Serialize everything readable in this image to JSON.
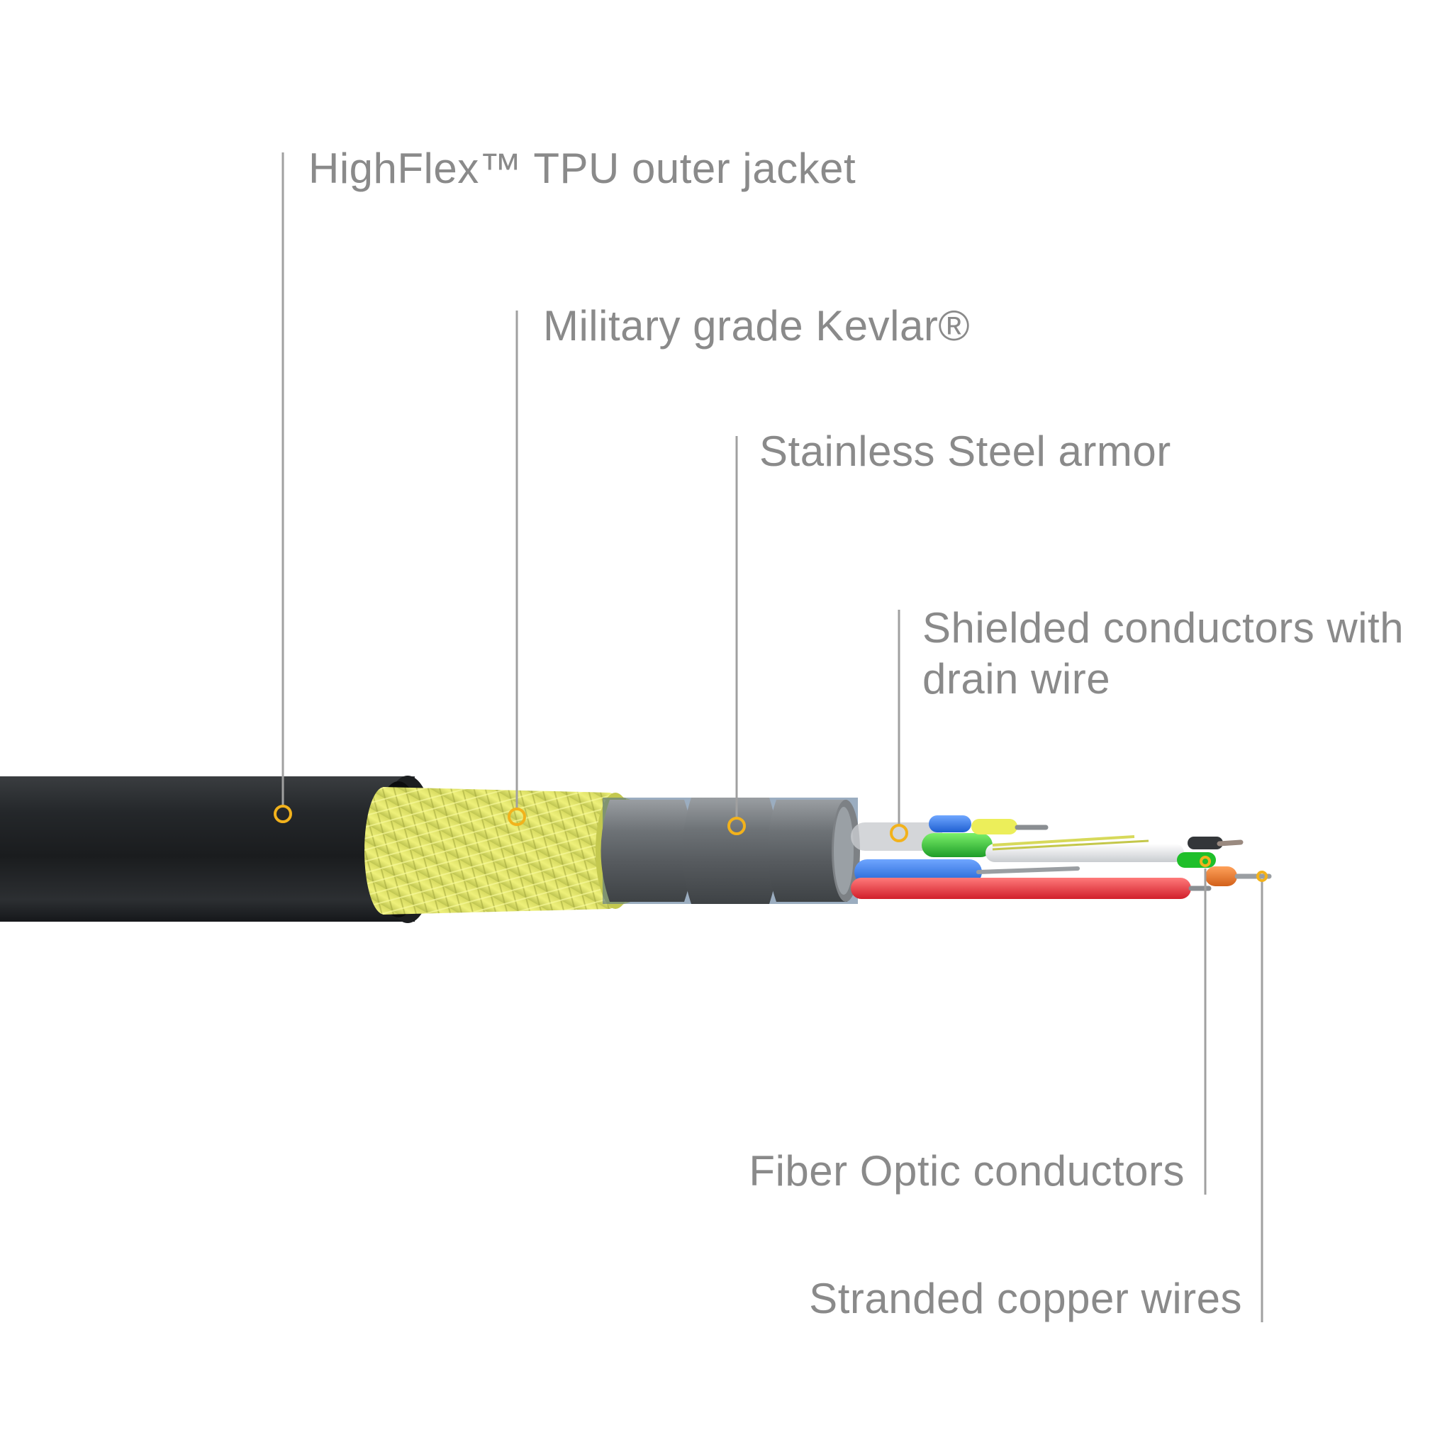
{
  "diagram": {
    "subject": "Armored hybrid fiber/copper cable cross-section",
    "accent_color": "#f2b21c",
    "leader_color": "#a0a0a0",
    "label_color": "#8a8a8a",
    "labels": {
      "jacket": "HighFlex™ TPU outer jacket",
      "kevlar": "Military grade Kevlar®",
      "armor": "Stainless Steel armor",
      "shielded_line1": "Shielded conductors with",
      "shielded_line2": "drain wire",
      "fiber": "Fiber Optic conductors",
      "copper": "Stranded copper wires"
    }
  }
}
